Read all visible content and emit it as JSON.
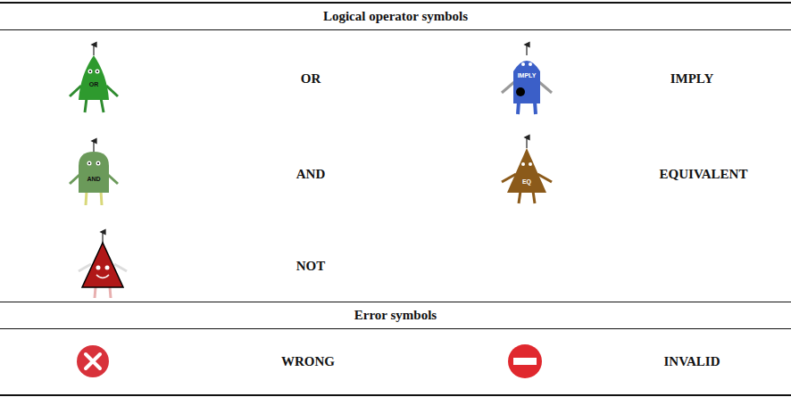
{
  "diagram": {
    "labels": [
      "Logical operator symbols",
      "OR",
      "OR",
      "IMPLY",
      "IMPLY",
      "AND",
      "AND",
      "EQ",
      "EQUIVALENT",
      "NOT",
      "Error symbols",
      "WRONG",
      "INVALID"
    ]
  }
}
